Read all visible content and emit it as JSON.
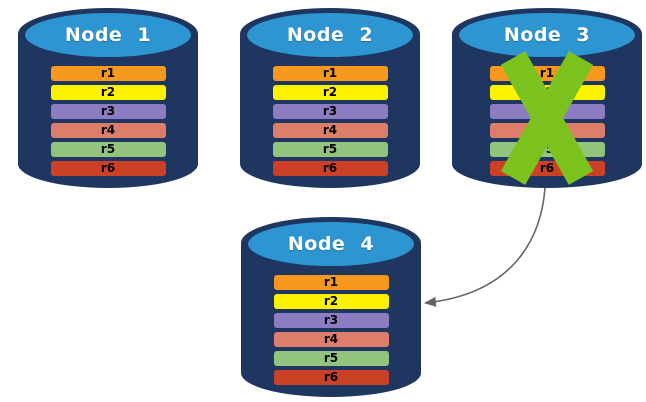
{
  "colors": {
    "cylinder_body": "#1F3660",
    "cylinder_top": "#2E95D3",
    "background": "#ffffff"
  },
  "replicas": [
    {
      "label": "r1",
      "color": "#F8981D"
    },
    {
      "label": "r2",
      "color": "#FDF200"
    },
    {
      "label": "r3",
      "color": "#8E7CC3"
    },
    {
      "label": "r4",
      "color": "#DD7E6B"
    },
    {
      "label": "r5",
      "color": "#93C47D"
    },
    {
      "label": "r6",
      "color": "#CC4125"
    }
  ],
  "nodes": [
    {
      "title": "Node 1",
      "status": "active"
    },
    {
      "title": "Node 2",
      "status": "active"
    },
    {
      "title": "Node 3",
      "status": "failed"
    },
    {
      "title": "Node 4",
      "status": "active"
    }
  ],
  "failure_mark": {
    "icon": "x-mark-icon",
    "color": "#7CC21E",
    "on_node": "Node 3"
  },
  "arrow": {
    "from": "Node 3",
    "to": "Node 4",
    "color": "#646464"
  }
}
